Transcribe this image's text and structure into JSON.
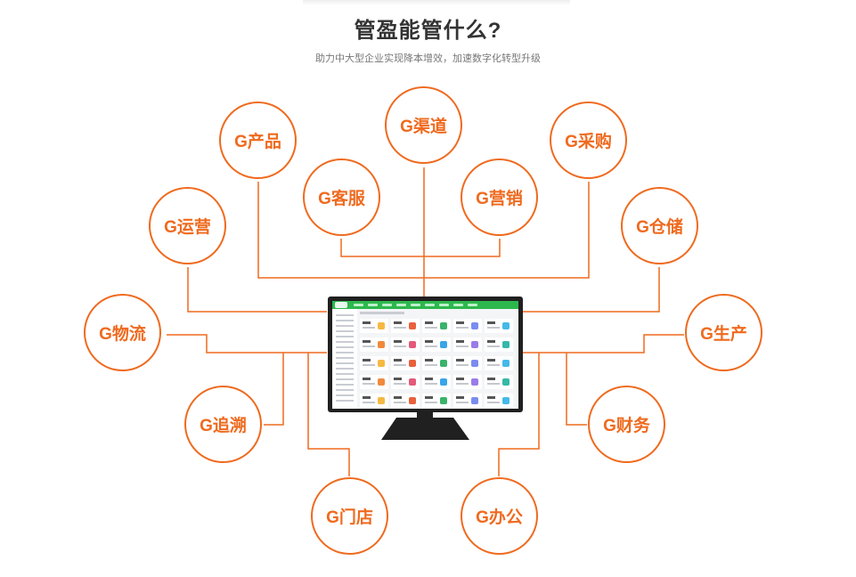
{
  "header": {
    "title": "管盈能管什么?",
    "subtitle": "助力中大型企业实现降本增效，加速数字化转型升级"
  },
  "nodes": {
    "product": "G产品",
    "channel": "G渠道",
    "purchase": "G采购",
    "service": "G客服",
    "marketing": "G营销",
    "operation": "G运营",
    "warehouse": "G仓储",
    "logistics": "G物流",
    "production": "G生产",
    "trace": "G追溯",
    "finance": "G财务",
    "store": "G门店",
    "office": "G办公"
  },
  "colors": {
    "accent": "#ef6a1e",
    "monitor": "#202020",
    "screen_header": "#2db84d"
  }
}
